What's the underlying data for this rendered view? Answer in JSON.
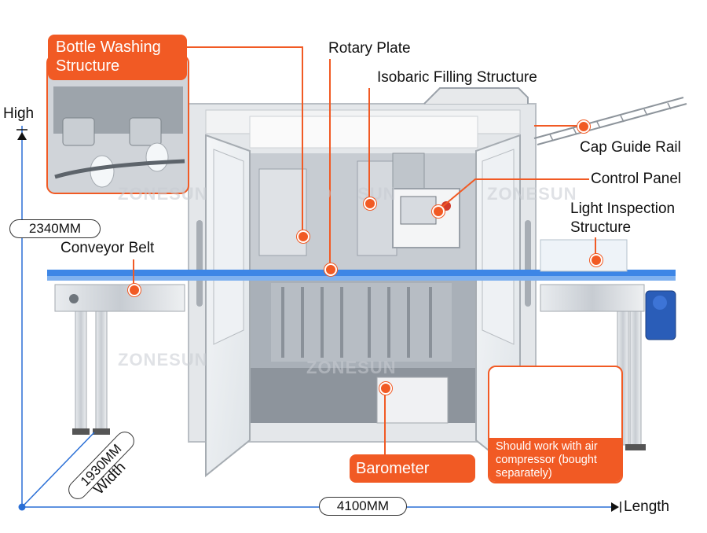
{
  "labels": {
    "bottle_washing": "Bottle Washing Structure",
    "rotary_plate": "Rotary Plate",
    "isobaric_filling": "Isobaric Filling Structure",
    "cap_guide_rail": "Cap Guide Rail",
    "control_panel": "Control Panel",
    "light_inspection": "Light Inspection Structure",
    "conveyor_belt": "Conveyor Belt",
    "barometer": "Barometer",
    "compressor_note": "Should work with air compressor (bought separately)"
  },
  "dimensions": {
    "height_axis": "High",
    "height_value": "2340MM",
    "width_value": "1930MM",
    "width_axis": "Width",
    "length_value": "4100MM",
    "length_axis": "Length"
  },
  "watermark": "ZONESUN",
  "colors": {
    "accent": "#f15a24",
    "axis": "#2a6fd6",
    "steel": "#c9ced4",
    "belt": "#3d86e6"
  }
}
